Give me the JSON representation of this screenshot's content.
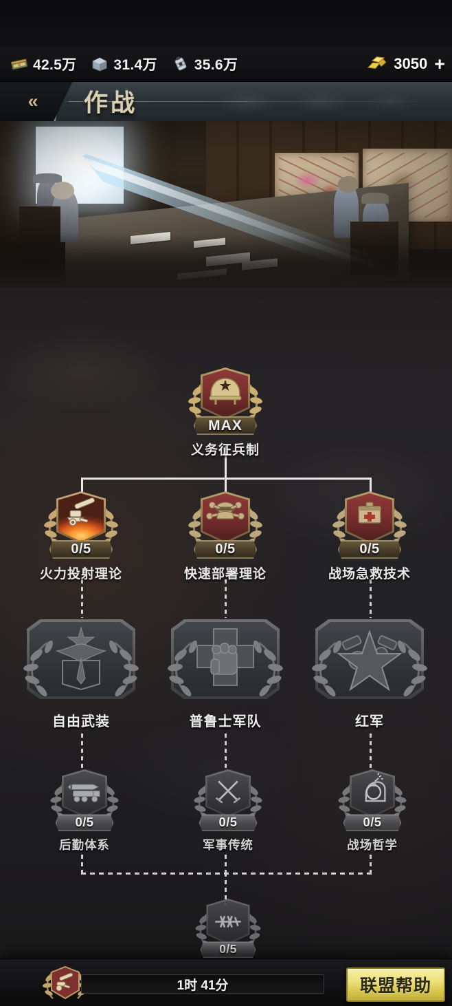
{
  "statusbar": {
    "resources_note": ""
  },
  "resources": [
    {
      "icon": "cash-stack-icon",
      "name": "cash",
      "value": "42.5万"
    },
    {
      "icon": "steel-block-icon",
      "name": "steel",
      "value": "31.4万"
    },
    {
      "icon": "oil-barrel-icon",
      "name": "oil",
      "value": "35.6万"
    }
  ],
  "gold": {
    "icon": "gold-bars-icon",
    "value": "3050",
    "add_label": "+"
  },
  "header": {
    "back_label": "«",
    "title": "作战"
  },
  "hero": {
    "scene_name": "war-room-briefing"
  },
  "tech_tree": {
    "tier1": [
      {
        "id": "conscription",
        "label": "义务征兵制",
        "level_text": "MAX",
        "state": "maxed",
        "icon": "helmet-star-icon"
      }
    ],
    "tier2": [
      {
        "id": "firepower",
        "label": "火力投射理论",
        "level_text": "0/5",
        "state": "available",
        "icon": "artillery-cannon-icon"
      },
      {
        "id": "rapid-deploy",
        "label": "快速部署理论",
        "level_text": "0/5",
        "state": "available",
        "icon": "officer-gears-icon"
      },
      {
        "id": "first-aid",
        "label": "战场急救技术",
        "level_text": "0/5",
        "state": "available",
        "icon": "medkit-icon"
      }
    ],
    "tier3": [
      {
        "id": "free-armed",
        "label": "自由武装",
        "state": "locked",
        "icon": "eagle-star-emblem-icon"
      },
      {
        "id": "prussian-army",
        "label": "普鲁士军队",
        "state": "locked",
        "icon": "iron-fist-cross-emblem-icon"
      },
      {
        "id": "red-army",
        "label": "红军",
        "state": "locked",
        "icon": "red-star-emblem-icon"
      }
    ],
    "tier4": [
      {
        "id": "logistics",
        "label": "后勤体系",
        "level_text": "0/5",
        "state": "locked",
        "icon": "rocket-truck-icon"
      },
      {
        "id": "military-tradition",
        "label": "军事传统",
        "level_text": "0/5",
        "state": "locked",
        "icon": "crossed-swords-icon"
      },
      {
        "id": "battlefield-philosophy",
        "label": "战场哲学",
        "level_text": "0/5",
        "state": "locked",
        "icon": "head-bomb-icon"
      }
    ],
    "tier5": [
      {
        "id": "barbed-wire",
        "label": "",
        "level_text": "0/5",
        "state": "locked",
        "icon": "barbed-wire-icon"
      }
    ]
  },
  "bottom": {
    "research_icon": "artillery-badge-icon",
    "timer": "1时 41分",
    "alliance_help_label": "联盟帮助"
  },
  "colors": {
    "accent_gold": "#d8c74f",
    "title_text": "#d9cfb2",
    "shield_red": "#8c3a38",
    "fire_orange": "#ff9a32",
    "locked_grey": "#44454a",
    "connector": "#e8e8e8"
  }
}
